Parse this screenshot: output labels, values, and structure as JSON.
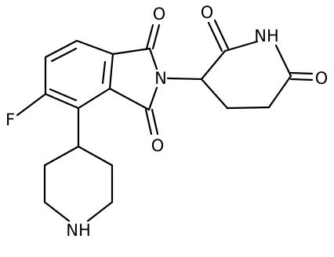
{
  "atoms": {
    "o_top": "O",
    "o_bottom": "O",
    "n_imide": "N",
    "fluorine": "F",
    "o_glut_top": "O",
    "nh_glut": "NH",
    "o_glut_right": "O",
    "nh_piperidine": "NH"
  }
}
